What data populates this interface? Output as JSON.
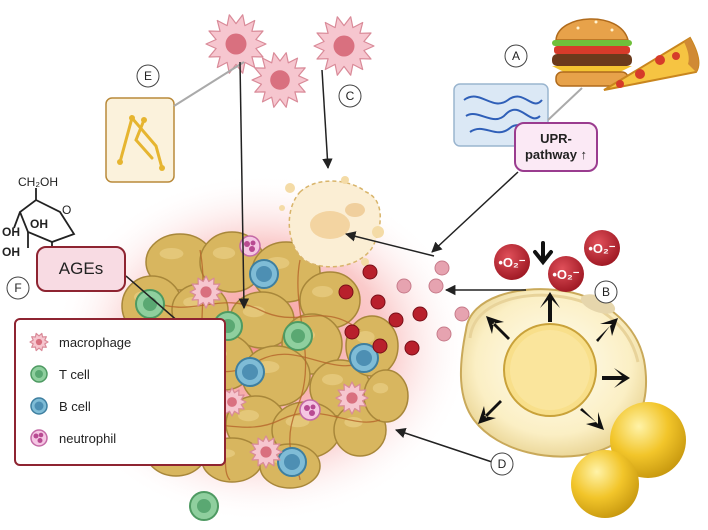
{
  "labels": {
    "a": "A",
    "b": "B",
    "c": "C",
    "d": "D",
    "e": "E",
    "f": "F"
  },
  "glucose": {
    "ch2oh": "CH₂OH",
    "oh_left": "OH",
    "oh_mid": "OH",
    "oh_bottom": "OH",
    "ring_o": "O"
  },
  "ages": {
    "label": "AGEs"
  },
  "upr": {
    "line1": "UPR-",
    "line2": "pathway ↑"
  },
  "ros": {
    "label": "•O₂⁻"
  },
  "legend": {
    "items": [
      {
        "label": "macrophage",
        "color": "#f3b8c4"
      },
      {
        "label": "T cell",
        "color": "#8fcf9e"
      },
      {
        "label": "B cell",
        "color": "#7fbcd6"
      },
      {
        "label": "neutrophil",
        "color": "#e9a0cf"
      }
    ]
  },
  "colors": {
    "adipocyte": "#d8b65f",
    "adipocyte_edge": "#a8873a",
    "inflammation_glow": "#f26b6b",
    "ros_red": "#b8202c",
    "border_dark_red": "#8e2431",
    "fat_droplet": "#f2c52a"
  },
  "icons": [
    "burger-icon",
    "pizza-icon",
    "dna-icon",
    "fiber-icon",
    "macrophage-icon",
    "glucose-icon"
  ]
}
